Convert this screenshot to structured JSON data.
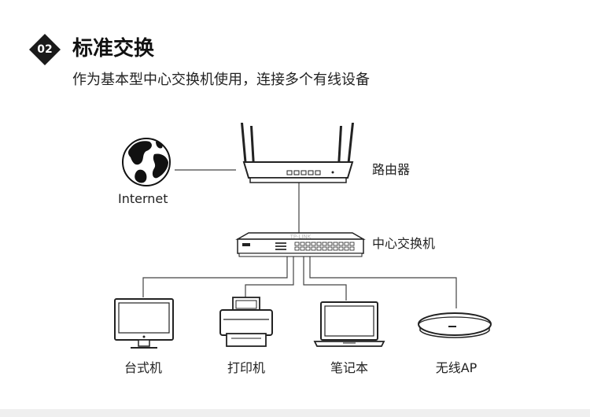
{
  "section": {
    "number": "02",
    "title": "标准交换",
    "subtitle": "作为基本型中心交换机使用，连接多个有线设备"
  },
  "diagram": {
    "nodes": {
      "internet": "Internet",
      "router": "路由器",
      "switch": "中心交换机",
      "desktop": "台式机",
      "printer": "打印机",
      "laptop": "笔记本",
      "ap": "无线AP"
    },
    "logo_text": "TP-LINK",
    "colors": {
      "line": "#444444",
      "device_fill": "#ffffff",
      "badge": "#1a1a1a"
    }
  }
}
